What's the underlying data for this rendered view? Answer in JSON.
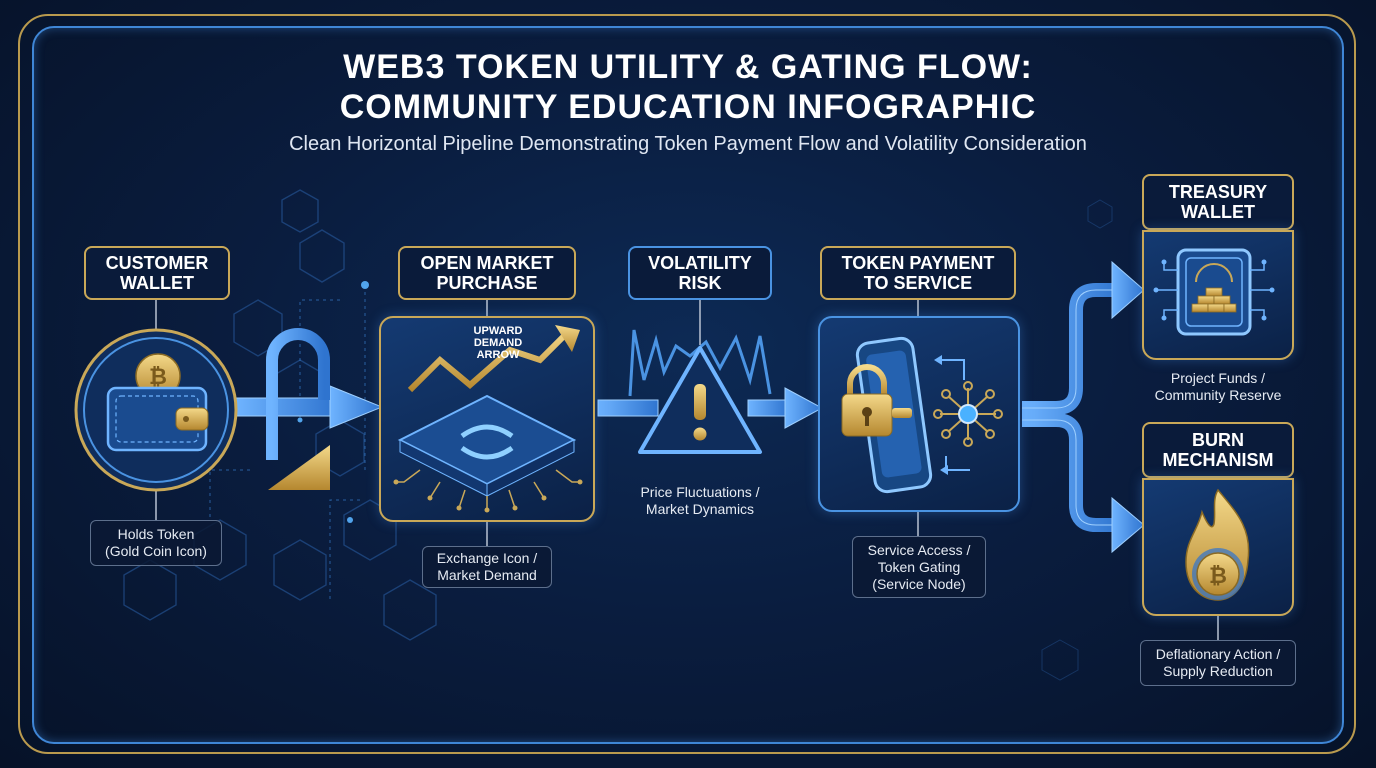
{
  "title": {
    "line1": "WEB3 TOKEN UTILITY & GATING FLOW:",
    "line2": "COMMUNITY EDUCATION INFOGRAPHIC",
    "subtitle": "Clean Horizontal Pipeline Demonstrating Token Payment Flow and Volatility Consideration"
  },
  "nodes": {
    "customer_wallet": {
      "label": "CUSTOMER\nWALLET",
      "caption": "Holds Token\n(Gold Coin Icon)"
    },
    "open_market": {
      "label": "OPEN MARKET\nPURCHASE",
      "inner_text": "UPWARD\nDEMAND\nARROW",
      "caption": "Exchange Icon /\nMarket Demand"
    },
    "volatility": {
      "label": "VOLATILITY\nRISK",
      "caption": "Price Fluctuations /\nMarket Dynamics"
    },
    "token_payment": {
      "label": "TOKEN PAYMENT\nTO SERVICE",
      "caption": "Service Access /\nToken Gating\n(Service Node)"
    },
    "treasury": {
      "label": "TREASURY\nWALLET",
      "caption": "Project Funds /\nCommunity Reserve"
    },
    "burn": {
      "label": "BURN\nMECHANISM",
      "caption": "Deflationary Action /\nSupply Reduction"
    }
  },
  "icons": {
    "wallet": "wallet-icon",
    "coin": "bitcoin-coin-icon",
    "chart": "rising-chart-icon",
    "warning": "warning-triangle-icon",
    "lock": "padlock-icon",
    "phone": "smartphone-icon",
    "network": "network-node-icon",
    "vault": "vault-gold-bars-icon",
    "flame": "flame-coin-icon"
  },
  "colors": {
    "gold": "#c9a858",
    "blue": "#4a93e2",
    "background": "#0a1d3f"
  }
}
